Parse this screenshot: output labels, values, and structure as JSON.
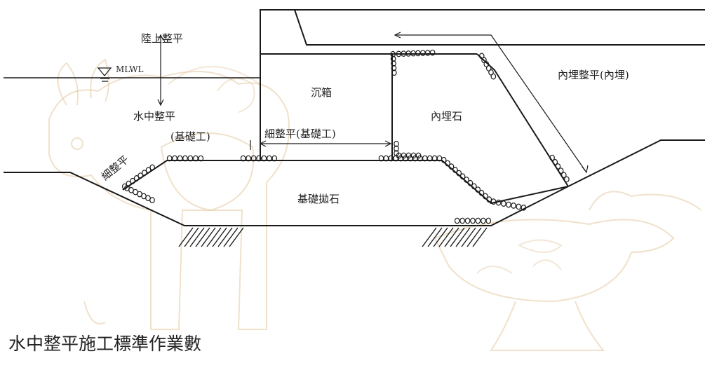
{
  "labels": {
    "land_leveling": "陸上整平",
    "mlwl": "MLWL",
    "underwater_leveling": "水中整平",
    "foundation_paren_left": "(基礎工)",
    "fine_leveling_diag": "細整平",
    "caisson": "沉箱",
    "fine_leveling_foundation": "細整平(基礎工)",
    "backfill_stone": "內埋石",
    "backfill_leveling": "內埋整平(內埋)",
    "foundation_rubble": "基礎拋石"
  },
  "caption": "水中整平施工標準作業數",
  "colors": {
    "line": "#1a1a1a",
    "watermark": "#e4c8a0",
    "background": "#ffffff"
  }
}
